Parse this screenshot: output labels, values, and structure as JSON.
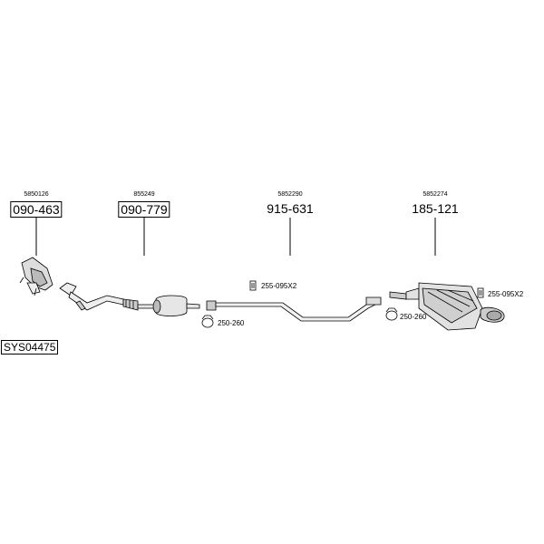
{
  "system_code": "SYS04475",
  "groups": [
    {
      "ref": "5850126",
      "part": "090-463",
      "boxed": true
    },
    {
      "ref": "855249",
      "part": "090-779",
      "boxed": true
    },
    {
      "ref": "5852290",
      "part": "915-631",
      "boxed": false
    },
    {
      "ref": "5852274",
      "part": "185-121",
      "boxed": false
    }
  ],
  "accessories": [
    {
      "code": "255-095X2",
      "icon": "gasket-icon"
    },
    {
      "code": "250-260",
      "icon": "clamp-icon"
    },
    {
      "code": "250-260",
      "icon": "clamp-icon"
    },
    {
      "code": "255-095X2",
      "icon": "gasket-icon"
    }
  ]
}
